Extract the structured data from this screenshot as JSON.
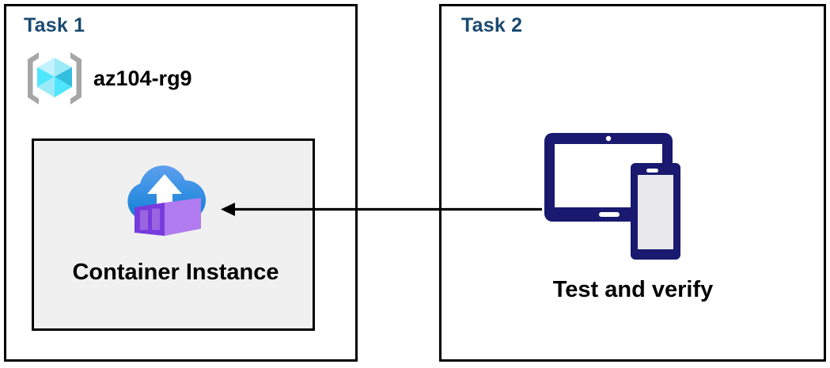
{
  "diagram": {
    "title": "Azure Container Instance task diagram",
    "background": "#ffffff",
    "border_color": "#000000",
    "heading_color": "#1a4a72",
    "panel_fill": "#f0f0f0",
    "arrow_color": "#000000",
    "device_color": "#191970"
  },
  "task1": {
    "title": "Task 1",
    "resource_group": {
      "label": "az104-rg9",
      "icon": "resource-group-icon",
      "icon_bracket_color": "#a6a6a6",
      "icon_cube_colors": [
        "#9ceaf7",
        "#50e6ff",
        "#32bedd",
        "#c3f1ff"
      ]
    },
    "resource": {
      "label": "Container Instance",
      "icon": "container-instance-icon",
      "cloud_color_top": "#5ea0ef",
      "cloud_color_bottom": "#0f7fd6",
      "arrow_color": "#ffffff",
      "container_front_color": "#773adc",
      "container_side_color": "#b07cf0",
      "container_slat_color": "#9a66e0"
    }
  },
  "task2": {
    "title": "Task 2",
    "label": "Test and verify",
    "icon": "test-devices-icon",
    "tablet_screen_color": "#ffffff",
    "phone_screen_color": "#e8e8ea"
  },
  "connector": {
    "name": "arrow-task2-to-container-instance",
    "direction": "right-to-left",
    "from": "Test and verify",
    "to": "Container Instance"
  }
}
